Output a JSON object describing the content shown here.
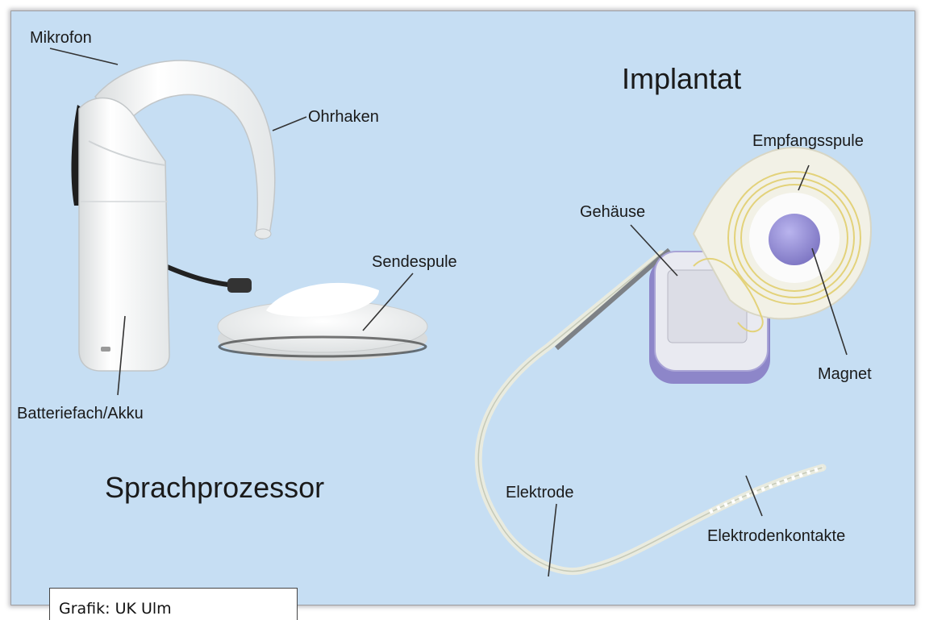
{
  "labels": {
    "mikrofon": "Mikrofon",
    "ohrhaken": "Ohrhaken",
    "implantat": "Implantat",
    "empfangsspule": "Empfangsspule",
    "gehaeuse": "Gehäuse",
    "sendespule": "Sendespule",
    "magnet": "Magnet",
    "batteriefach": "Batteriefach/Akku",
    "sprachprozessor": "Sprachprozessor",
    "elektrode": "Elektrode",
    "elektrodenkontakte": "Elektrodenkontakte"
  },
  "caption": "Grafik: UK Ulm",
  "colors": {
    "background": "#c6def3",
    "device_white": "#f6f7f7",
    "implant_purple": "#8d86c9",
    "coil_gold": "#e3d27a",
    "label_text": "#1a1a1a"
  }
}
